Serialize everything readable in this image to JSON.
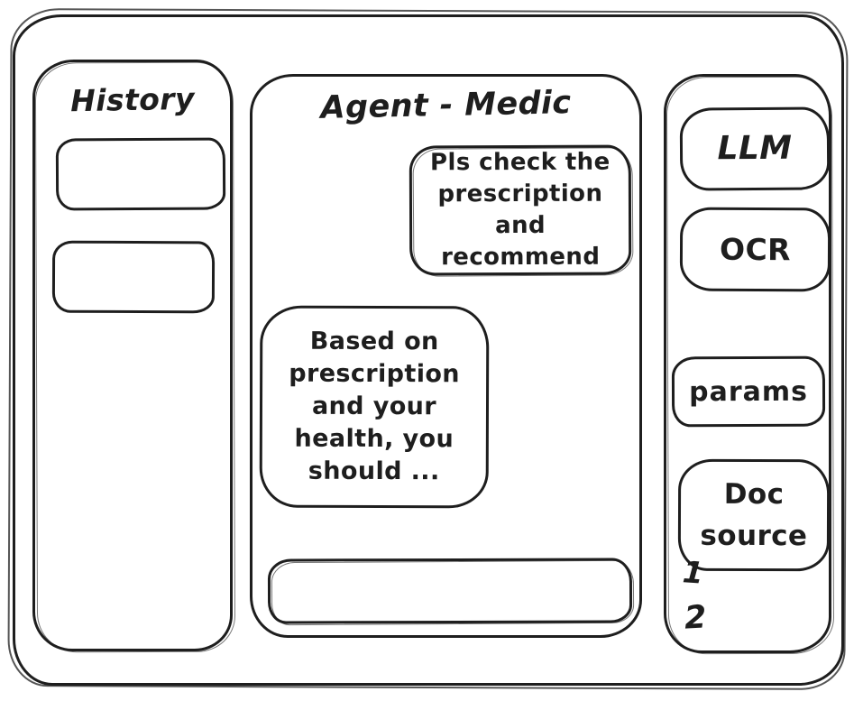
{
  "colors": {
    "ink": "#1e1e1e",
    "background": "#ffffff"
  },
  "history_sidebar": {
    "title": "History",
    "items": [
      "",
      ""
    ]
  },
  "chat_panel": {
    "title": "Agent - Medic",
    "messages": [
      {
        "role": "user",
        "text": "Pls check the prescription and recommend"
      },
      {
        "role": "assistant",
        "text": "Based on prescription and your health, you should ..."
      }
    ],
    "input": {
      "value": "",
      "placeholder": ""
    }
  },
  "tools_sidebar": {
    "buttons": [
      {
        "label": "LLM"
      },
      {
        "label": "OCR"
      },
      {
        "label": "params"
      },
      {
        "label": "Doc source"
      }
    ],
    "annotations": [
      "1",
      "2"
    ]
  }
}
